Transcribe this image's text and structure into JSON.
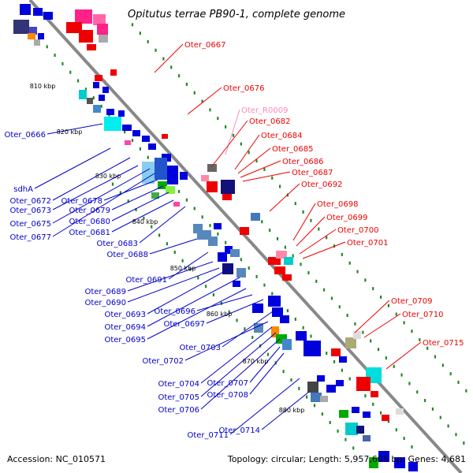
{
  "title": "Opitutus terrae PB90-1, complete genome",
  "footer": {
    "accession": "Accession: NC_010571",
    "summary": "Topology: circular; Length: 5,957,605 bp; Genes: 4,681"
  },
  "colors": {
    "forward_label": "#0000cc",
    "reverse_label": "#ee0000",
    "rna_label": "#ff88bb",
    "backbone": "#888888",
    "tick": "#228822"
  },
  "kbp_marks": [
    "810 kbp",
    "820 kbp",
    "830 kbp",
    "840 kbp",
    "850 kbp",
    "860 kbp",
    "870 kbp",
    "880 kbp"
  ],
  "labels_left": [
    "Oter_0666",
    "sdhA",
    "Oter_0672",
    "Oter_0673",
    "Oter_0675",
    "Oter_0677",
    "Oter_0678",
    "Oter_0679",
    "Oter_0680",
    "Oter_0681",
    "Oter_0683",
    "Oter_0688",
    "Oter_0691",
    "Oter_0689",
    "Oter_0690",
    "Oter_0693",
    "Oter_0694",
    "Oter_0695",
    "Oter_0696",
    "Oter_0697",
    "Oter_0703",
    "Oter_0702",
    "Oter_0704",
    "Oter_0705",
    "Oter_0706",
    "Oter_0707",
    "Oter_0708",
    "Oter_0711",
    "Oter_0714"
  ],
  "labels_right": [
    "Oter_0667",
    "Oter_0676",
    "Oter_R0009",
    "Oter_0682",
    "Oter_0684",
    "Oter_0685",
    "Oter_0686",
    "Oter_0687",
    "Oter_0692",
    "Oter_0698",
    "Oter_0699",
    "Oter_0700",
    "Oter_0701",
    "Oter_0709",
    "Oter_0710",
    "Oter_0715"
  ]
}
